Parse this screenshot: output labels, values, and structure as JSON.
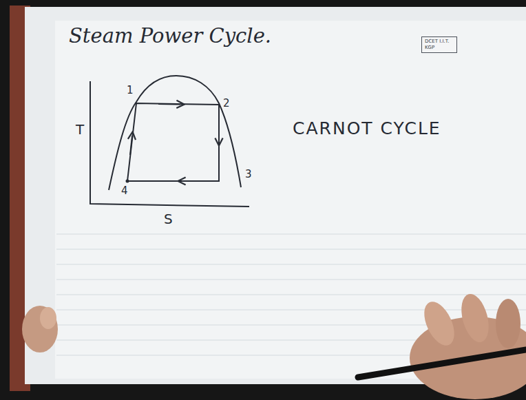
{
  "diagram": {
    "title": "Steam Power Cycle.",
    "nodes": [
      {
        "text": [
          "DCET I.I.T. KGP"
        ]
      }
    ],
    "labels": [
      "T",
      "S",
      "1",
      "2",
      "3",
      "4",
      "CARNOT CYCLE"
    ]
  }
}
